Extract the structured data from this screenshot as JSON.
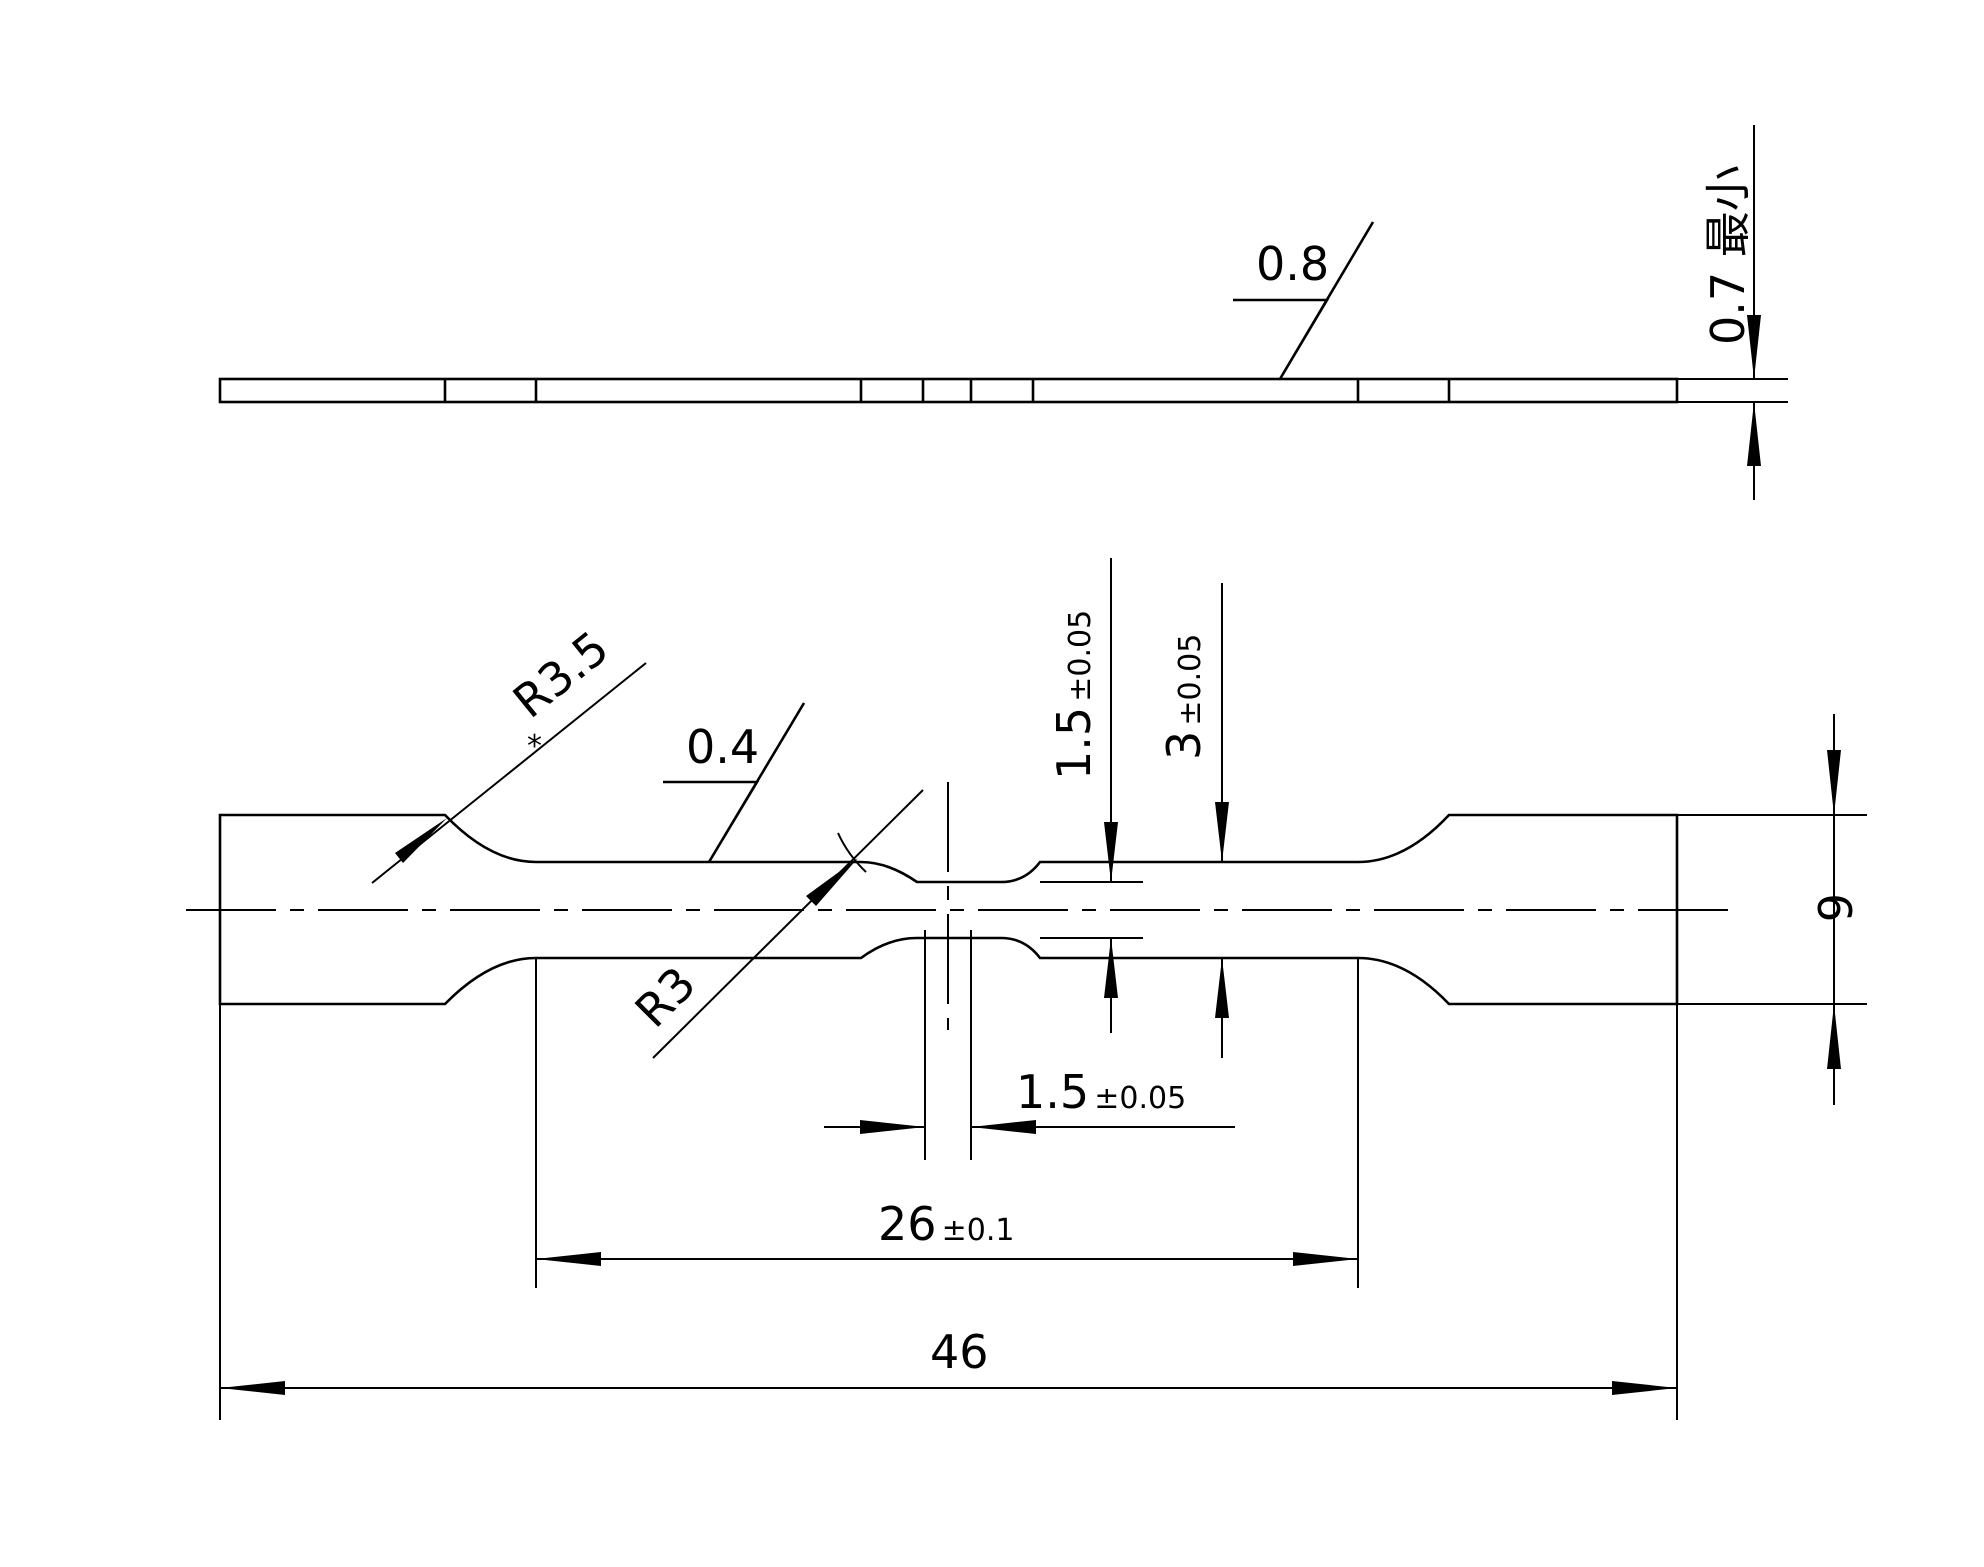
{
  "side_view": {
    "roughness": "0.8",
    "thickness": {
      "value": "0.7",
      "note": "最小"
    }
  },
  "front_view": {
    "roughness": "0.4",
    "radius_large": "R3.5",
    "radius_small": "R3",
    "dim_gauge_width": {
      "value": "1.5",
      "tolerance": "±0.05"
    },
    "dim_shoulder_width": {
      "value": "3",
      "tolerance": "±0.05"
    },
    "dim_gauge_length": {
      "value": "1.5",
      "tolerance": "±0.05"
    },
    "dim_parallel_length": {
      "value": "26",
      "tolerance": "±0.1"
    },
    "dim_total_length": {
      "value": "46"
    },
    "dim_grip_width": {
      "value": "6"
    }
  }
}
